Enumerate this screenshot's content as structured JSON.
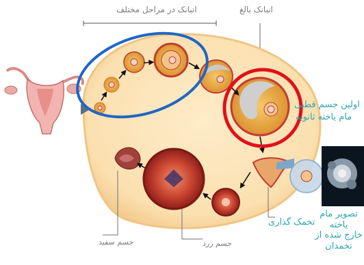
{
  "labels": {
    "top_left": "انبانک در مراحل مختلف",
    "top_right": "انبانک بالغ",
    "polar_body": "اولین جسم قطبی",
    "secondary_oocyte": "مام یاخته ثانویه",
    "photo_caption_1": "تصویر مام یاخته",
    "photo_caption_2": "خارج شده از",
    "photo_caption_3": "تخمدان",
    "ovulation": "تخمک گذاری",
    "corpus_albicans": "جسم سفید",
    "corpus_luteum": "جسم زرد"
  },
  "colors": {
    "ovary_fill": "#fbe2b6",
    "ovary_edge": "#f6d19a",
    "follicle_orange": "#e8a73f",
    "follicle_rim": "#c33b33",
    "luteum_red": "#c33b33",
    "blue_highlight": "#1f66c6",
    "red_highlight": "#e0111a",
    "arrow": "#111111",
    "text_teal": "#2aa6ad",
    "text_gray": "#7a7a7a"
  }
}
